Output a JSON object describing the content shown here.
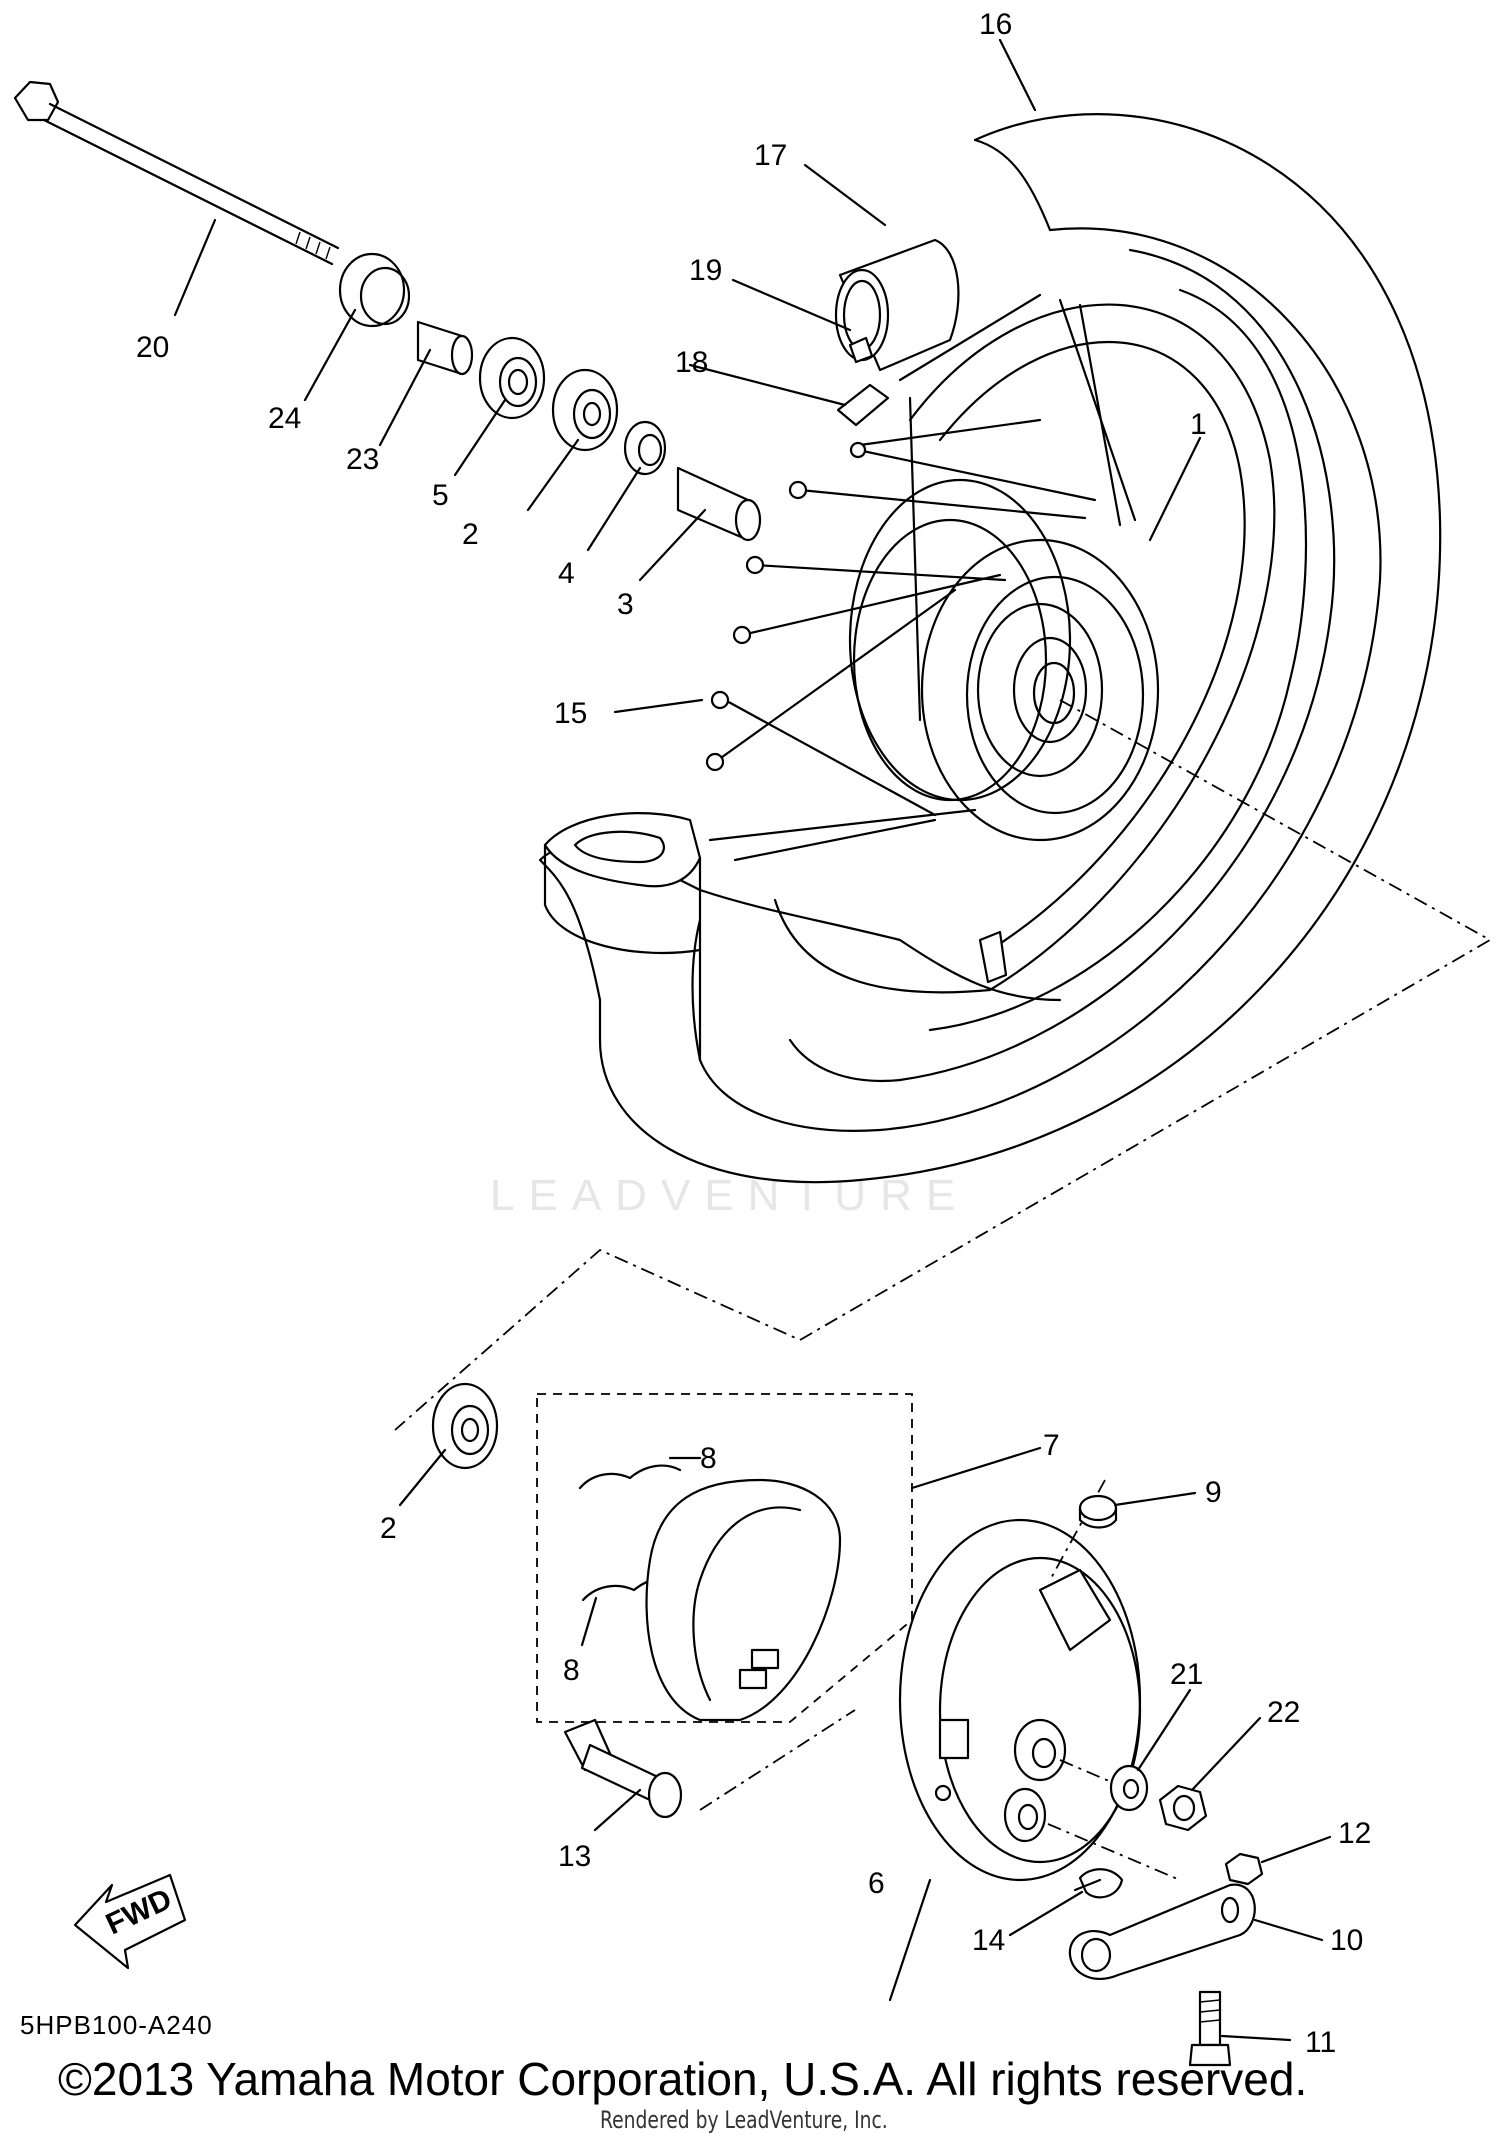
{
  "diagram": {
    "watermark": "LEADVENTURE",
    "fwd_label": "FWD",
    "diagram_code": "5HPB100-A240",
    "copyright": "©2013 Yamaha Motor Corporation, U.S.A. All rights reserved.",
    "rendered_by": "Rendered by LeadVenture, Inc.",
    "callouts": [
      "16",
      "17",
      "19",
      "18",
      "20",
      "24",
      "23",
      "5",
      "2",
      "4",
      "3",
      "1",
      "15",
      "2",
      "8",
      "7",
      "9",
      "8",
      "21",
      "22",
      "12",
      "13",
      "6",
      "14",
      "10",
      "11"
    ]
  }
}
